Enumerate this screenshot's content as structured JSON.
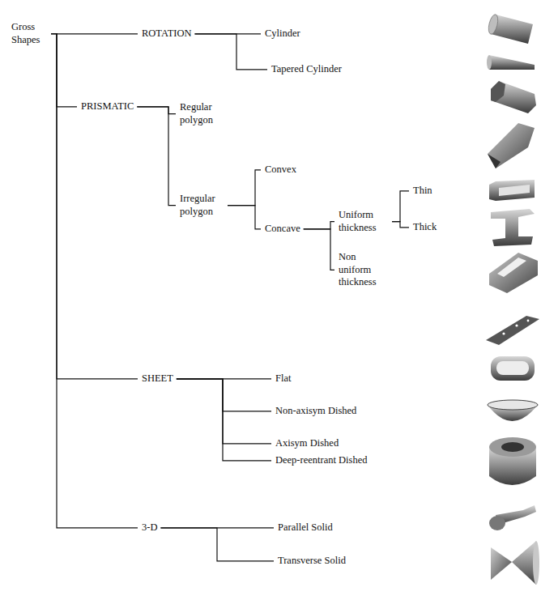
{
  "diagram": {
    "nodes": [
      {
        "text": [
          "Gross Shapes"
        ]
      },
      {
        "text": [
          "ROTATION"
        ]
      },
      {
        "text": [
          "Cylinder"
        ]
      },
      {
        "text": [
          "Tapered Cylinder"
        ]
      },
      {
        "text": [
          "PRISMATIC"
        ]
      },
      {
        "text": [
          "Regular polygon"
        ]
      },
      {
        "text": [
          "Irregular polygon"
        ]
      },
      {
        "text": [
          "Convex"
        ]
      },
      {
        "text": [
          "Concave"
        ]
      },
      {
        "text": [
          "Uniform thickness"
        ]
      },
      {
        "text": [
          "Thin"
        ]
      },
      {
        "text": [
          "Thick"
        ]
      },
      {
        "text": [
          "Non uniform thickness"
        ]
      },
      {
        "text": [
          "SHEET"
        ]
      },
      {
        "text": [
          "Flat"
        ]
      },
      {
        "text": [
          "Non-axisym Dished"
        ]
      },
      {
        "text": [
          "Axisym Dished"
        ]
      },
      {
        "text": [
          "Deep-reentrant Dished"
        ]
      },
      {
        "text": [
          "3-D"
        ]
      },
      {
        "text": [
          "Parallel Solid"
        ]
      },
      {
        "text": [
          "Transverse Solid"
        ]
      }
    ],
    "edges": [
      {
        "from": 0,
        "to": 1,
        "arrow": "none"
      },
      {
        "from": 0,
        "to": 4,
        "arrow": "none"
      },
      {
        "from": 0,
        "to": 13,
        "arrow": "none"
      },
      {
        "from": 0,
        "to": 18,
        "arrow": "none"
      },
      {
        "from": 1,
        "to": 2,
        "arrow": "none"
      },
      {
        "from": 1,
        "to": 3,
        "arrow": "none"
      },
      {
        "from": 4,
        "to": 5,
        "arrow": "none"
      },
      {
        "from": 4,
        "to": 6,
        "arrow": "none"
      },
      {
        "from": 6,
        "to": 7,
        "arrow": "none"
      },
      {
        "from": 6,
        "to": 8,
        "arrow": "none"
      },
      {
        "from": 8,
        "to": 9,
        "arrow": "none"
      },
      {
        "from": 8,
        "to": 12,
        "arrow": "none"
      },
      {
        "from": 9,
        "to": 10,
        "arrow": "none"
      },
      {
        "from": 9,
        "to": 11,
        "arrow": "none"
      },
      {
        "from": 13,
        "to": 14,
        "arrow": "none"
      },
      {
        "from": 13,
        "to": 15,
        "arrow": "none"
      },
      {
        "from": 13,
        "to": 16,
        "arrow": "none"
      },
      {
        "from": 13,
        "to": 17,
        "arrow": "none"
      },
      {
        "from": 18,
        "to": 19,
        "arrow": "none"
      },
      {
        "from": 18,
        "to": 20,
        "arrow": "none"
      }
    ]
  }
}
